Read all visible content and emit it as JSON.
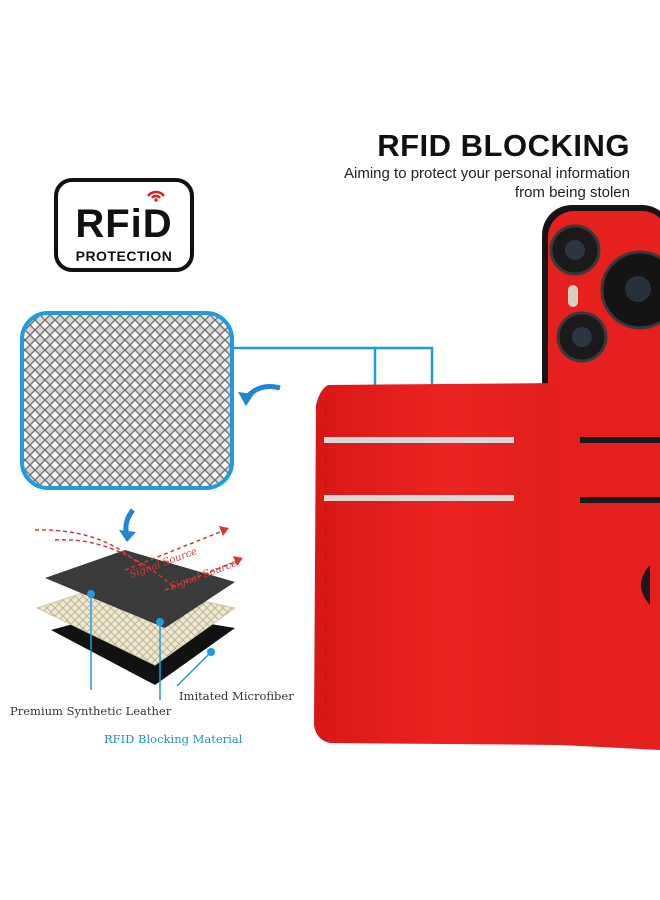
{
  "heading": {
    "title": "RFID BLOCKING",
    "subtitle_line1": "Aiming to protect your personal information",
    "subtitle_line2": "from being stolen"
  },
  "badge": {
    "main": "RFiD",
    "sub": "PROTECTION"
  },
  "layers": {
    "signal_1": "Signal Source",
    "signal_2": "Signal Source",
    "left_label": "Premium Synthetic Leather",
    "right_label": "Imitated Microfiber",
    "center_label": "RFID Blocking Material"
  },
  "colors": {
    "accent": "#1a8fd6",
    "case_red": "#e8211f",
    "signal": "#d23a3a"
  }
}
